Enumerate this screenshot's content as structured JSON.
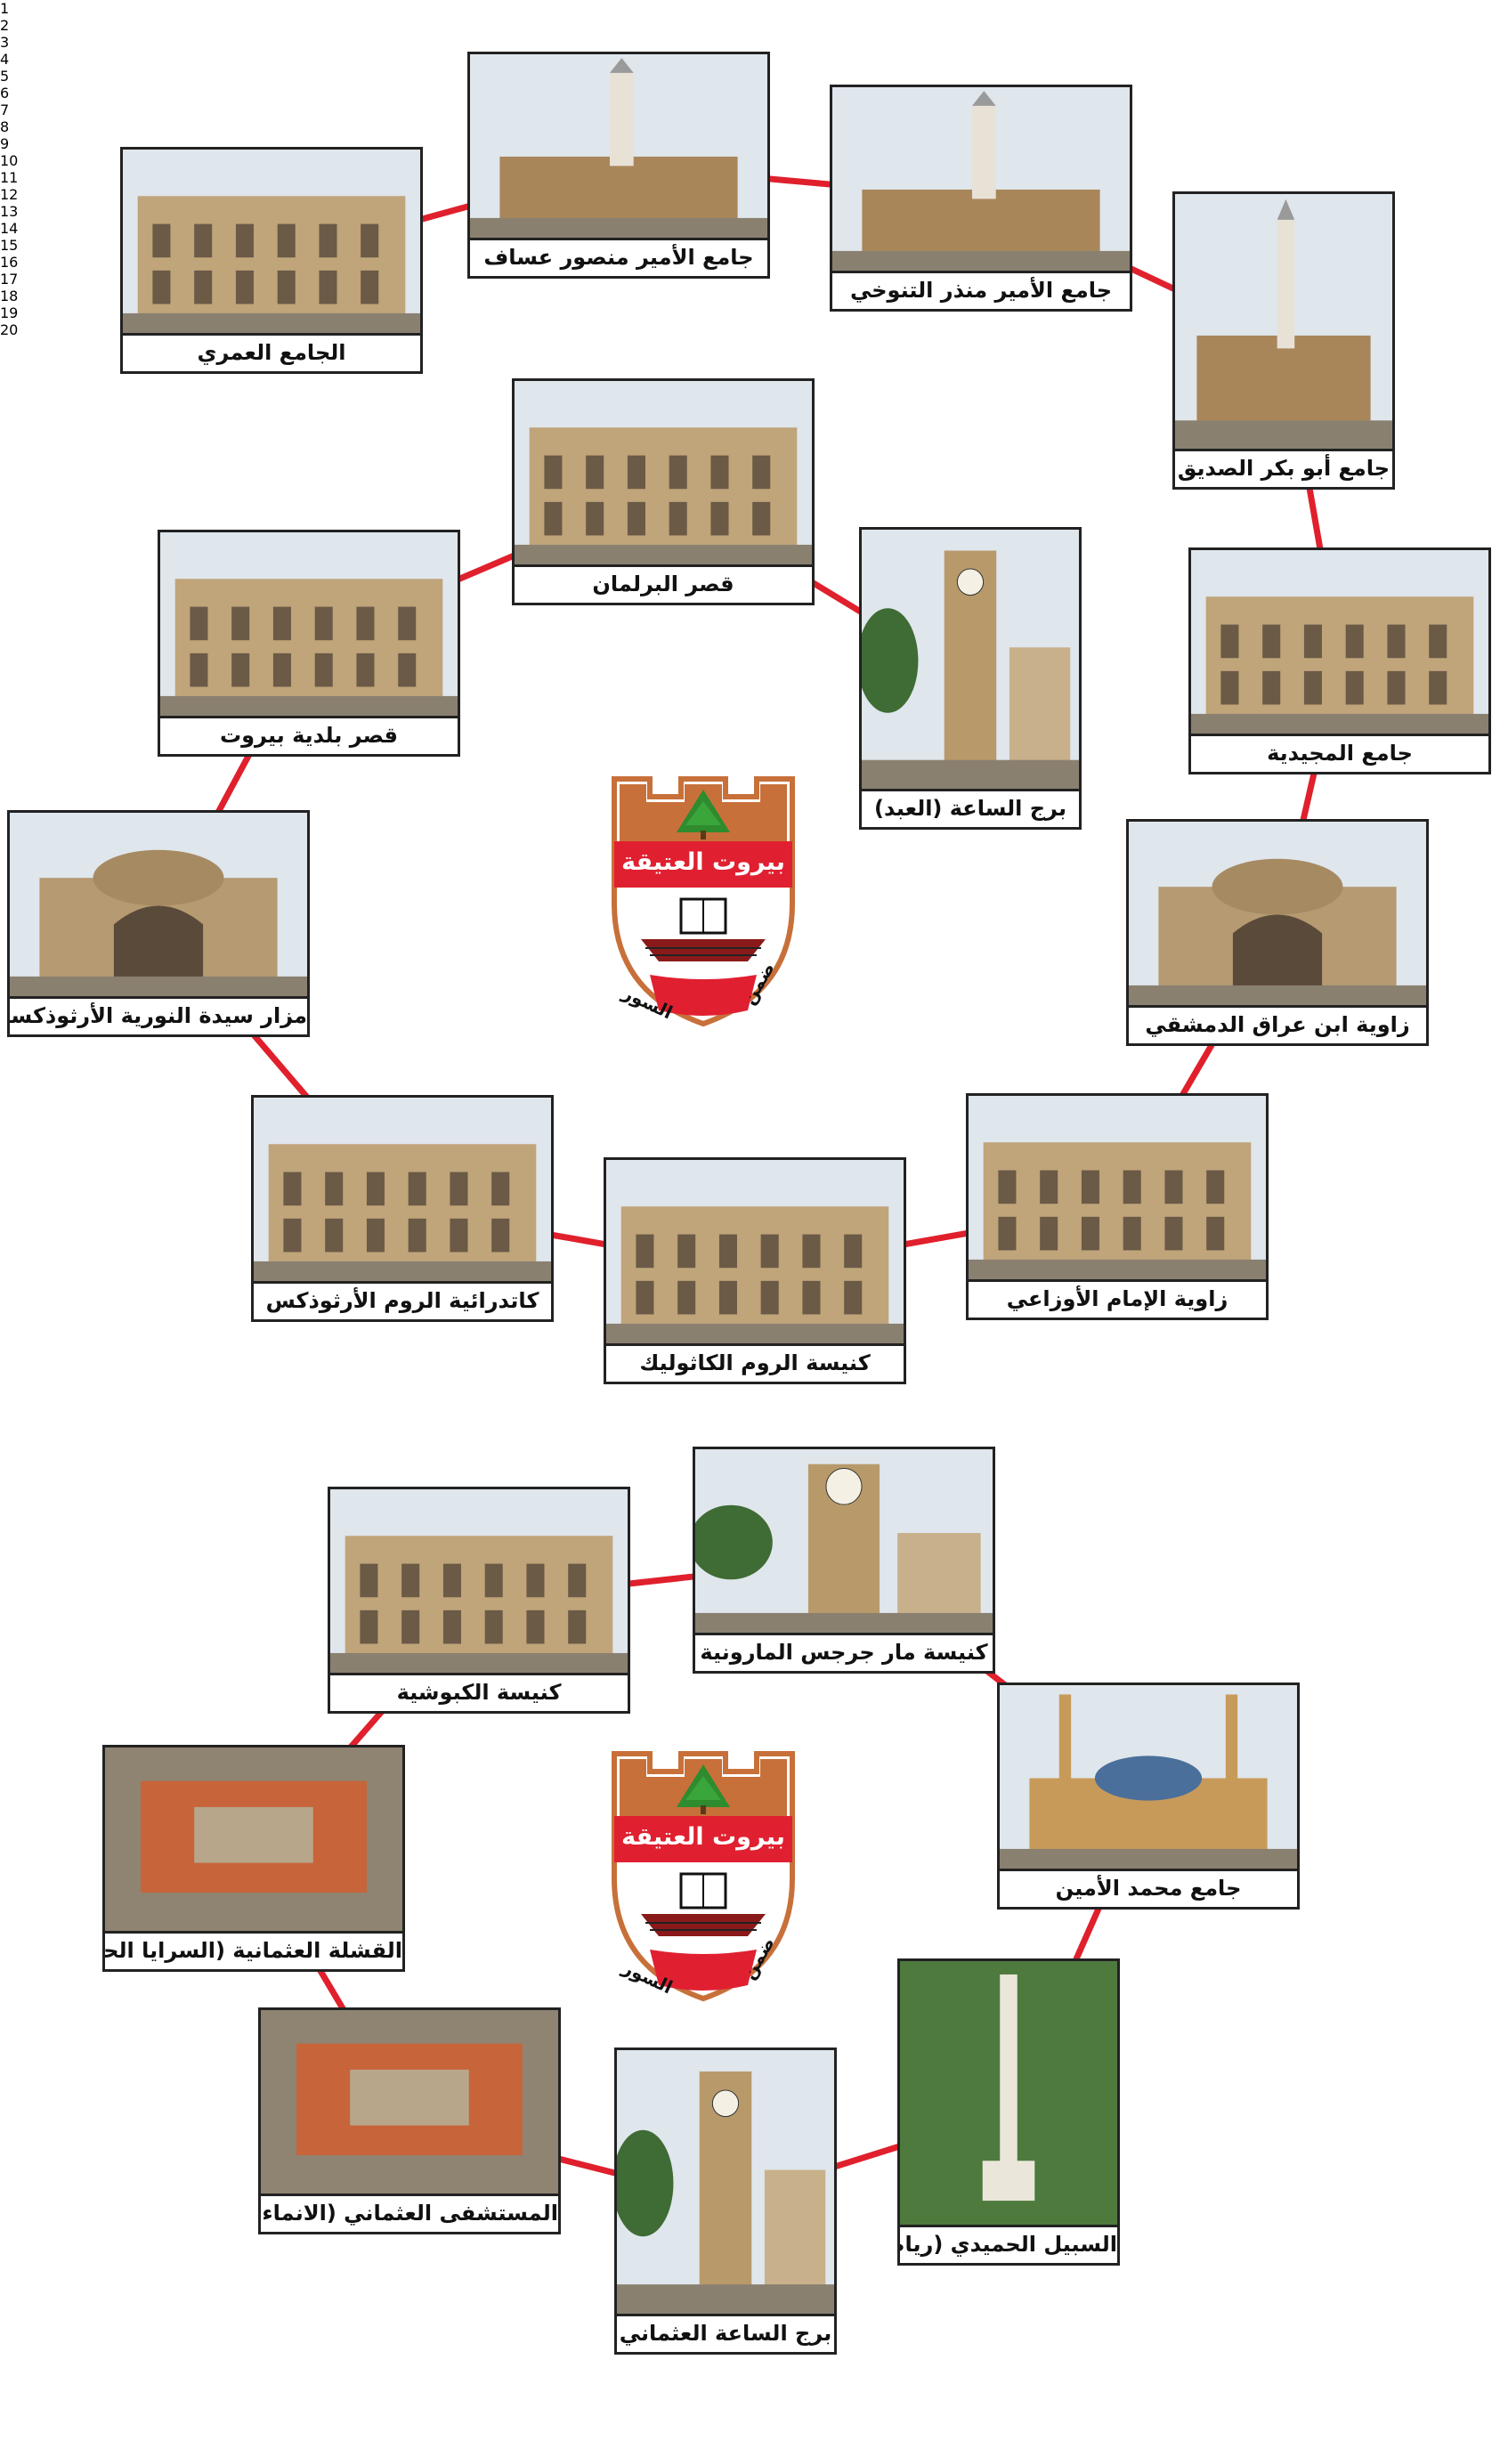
{
  "sites": [
    {
      "num": "1",
      "label": "الجامع العمري",
      "palette": "stone"
    },
    {
      "num": "2",
      "label": "جامع الأمير منصور عساف",
      "palette": "minaret"
    },
    {
      "num": "3",
      "label": "جامع الأمير منذر التنوخي",
      "palette": "minaret"
    },
    {
      "num": "4",
      "label": "جامع أبو بكر الصديق",
      "palette": "minaret"
    },
    {
      "num": "5",
      "label": "جامع المجيدية",
      "palette": "stone"
    },
    {
      "num": "6",
      "label": "زاوية ابن عراق الدمشقي",
      "palette": "arch"
    },
    {
      "num": "7",
      "label": "زاوية الإمام الأوزاعي",
      "palette": "stone"
    },
    {
      "num": "8",
      "label": "كنيسة الروم الكاثوليك",
      "palette": "stone"
    },
    {
      "num": "9",
      "label": "كاتدرائية الروم الأرثوذكس",
      "palette": "stone"
    },
    {
      "num": "10",
      "label": "مزار سيدة النورية الأرثوذكسية",
      "palette": "arch"
    },
    {
      "num": "11",
      "label": "قصر بلدية بيروت",
      "palette": "stone"
    },
    {
      "num": "12",
      "label": "قصر البرلمان",
      "palette": "stone"
    },
    {
      "num": "13",
      "label": "برج الساعة (العبد)",
      "palette": "tower"
    },
    {
      "num": "14",
      "label": "جامع محمد الأمين",
      "palette": "dome"
    },
    {
      "num": "15",
      "label": "كنيسة مار جرجس المارونية",
      "palette": "tower"
    },
    {
      "num": "16",
      "label": "كنيسة الكبوشية",
      "palette": "stone"
    },
    {
      "num": "17",
      "label": "القشلة العثمانية (السرايا الحكومية)",
      "palette": "aerial"
    },
    {
      "num": "18",
      "label": "المستشفى العثماني (الانماء والاعمار)",
      "palette": "aerial"
    },
    {
      "num": "19",
      "label": "برج الساعة العثماني",
      "palette": "tower"
    },
    {
      "num": "20",
      "label": "السبيل الحميدي (رياض الصلح)",
      "palette": "column"
    }
  ],
  "emblems": [
    {
      "banner": "بيروت العتيقة",
      "curve_left": "السور",
      "curve_right": "ضمن"
    },
    {
      "banner": "بيروت العتيقة",
      "curve_left": "السور",
      "curve_right": "ضمن"
    }
  ],
  "colors": {
    "link": "#e0202c",
    "emblem_orange": "#c8703a",
    "emblem_red": "#e02030",
    "cedar": "#2e8b2e",
    "frame": "#222222"
  }
}
